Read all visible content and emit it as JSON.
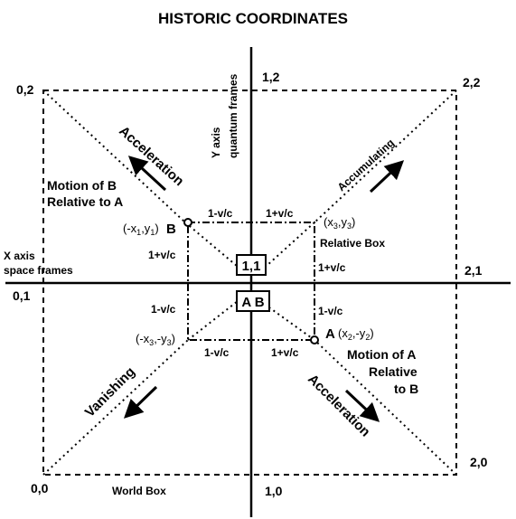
{
  "title": "HISTORIC COORDINATES",
  "axes": {
    "y_axis_line1": "Y axis",
    "y_axis_line2": "quantum frames",
    "x_axis_line1": "X axis",
    "x_axis_line2": "space frames"
  },
  "corners": {
    "top_left": "0,2",
    "top_right": "2,2",
    "bottom_left": "0,0",
    "bottom_right": "2,0",
    "top_center": "1,2",
    "bottom_center": "1,0",
    "left_center": "0,1",
    "right_center": "2,1"
  },
  "boxes": {
    "center": "1,1",
    "ab": "A B",
    "world_box": "World Box",
    "relative_box": "Relative Box"
  },
  "diagonals": {
    "acceleration_top": "Acceleration",
    "accumulating": "Accumulating",
    "vanishing": "Vanishing",
    "acceleration_bottom": "Acceleration"
  },
  "motion": {
    "b_line1": "Motion of B",
    "b_line2": "Relative to A",
    "a_line1": "Motion of A",
    "a_line2": "Relative",
    "a_line3": "to B"
  },
  "points": {
    "B": {
      "label": "B",
      "coord_open": "(-x",
      "sub1": "1",
      "mid": ",y",
      "sub2": "1",
      "close": ")"
    },
    "A": {
      "label": "A",
      "coord_open": "(x",
      "sub1": "2",
      "mid": ",-y",
      "sub2": "2",
      "close": ")"
    },
    "x3y3": {
      "coord_open": "(x",
      "sub1": "3",
      "mid": ",y",
      "sub2": "3",
      "close": ")"
    },
    "neg_x3y3": {
      "coord_open": "(-x",
      "sub1": "3",
      "mid": ",-y",
      "sub2": "3",
      "close": ")"
    }
  },
  "factors": {
    "minus": "1-v/c",
    "plus": "1+v/c"
  }
}
